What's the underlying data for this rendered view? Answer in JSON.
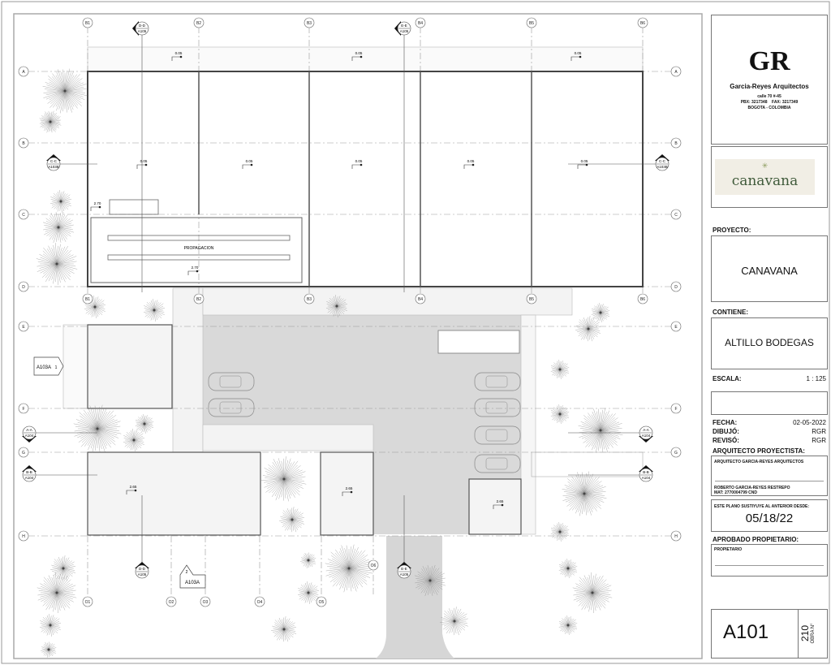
{
  "grid": {
    "top_columns": [
      "B1",
      "B2",
      "B3",
      "B4",
      "B5",
      "B6"
    ],
    "rows": [
      "A",
      "B",
      "C",
      "D",
      "E",
      "F",
      "G",
      "H"
    ],
    "bottom_columns": [
      "O1",
      "O2",
      "O3",
      "O4",
      "O5",
      "O6"
    ]
  },
  "sections": [
    {
      "name": "D-D",
      "sheet": "A105"
    },
    {
      "name": "E-E",
      "sheet": "A105"
    },
    {
      "name": "C-C",
      "sheet": "A103B"
    },
    {
      "name": "A-A",
      "sheet": "A104"
    },
    {
      "name": "B-B",
      "sheet": "A104"
    }
  ],
  "elevation_tags": [
    {
      "sheet": "A103A",
      "number": "1"
    },
    {
      "sheet": "A103A",
      "number": "2"
    }
  ],
  "levels": {
    "roof": "0.05",
    "stair": "2.70",
    "propagation": "2.70",
    "lower": "2.65"
  },
  "room_labels": {
    "propagation": "PROPAGACION"
  },
  "title_block": {
    "logo": "GR",
    "firm": "Garcia-Reyes Arquitectos",
    "address": "calle 70 #-45",
    "phones": "PBX: 3217348    FAX: 3217349",
    "city": "BOGOTA - COLOMBIA",
    "client_logo": "canavana",
    "project_label": "PROYECTO:",
    "project": "CANAVANA",
    "contains_label": "CONTIENE:",
    "contains": "ALTILLO BODEGAS",
    "scale_label": "ESCALA:",
    "scale": "1 : 125",
    "date_label": "FECHA:",
    "date": "02-05-2022",
    "drawn_label": "DIBUJÓ:",
    "drawn": "RGR",
    "reviewed_label": "REVISÓ:",
    "reviewed": "RGR",
    "architect_label": "ARQUITECTO PROYECTISTA:",
    "architect_firm": "ARQUITECTO GARCIA-REYES ARQUITECTOS",
    "architect_name": "ROBERTO GARCIA-REYES RESTREPO",
    "architect_mat": "MAT: 2770004799 CND",
    "replaces_label": "ESTE PLANO SUSTIYUYE AL ANTERIOR DESDE:",
    "replaces_date": "05/18/22",
    "approved_label": "APROBADO PROPIETARIO:",
    "owner_label": "PROPIETARIO",
    "sheet_number": "A101",
    "job_number": "210",
    "job_label": "OBRA N°"
  }
}
